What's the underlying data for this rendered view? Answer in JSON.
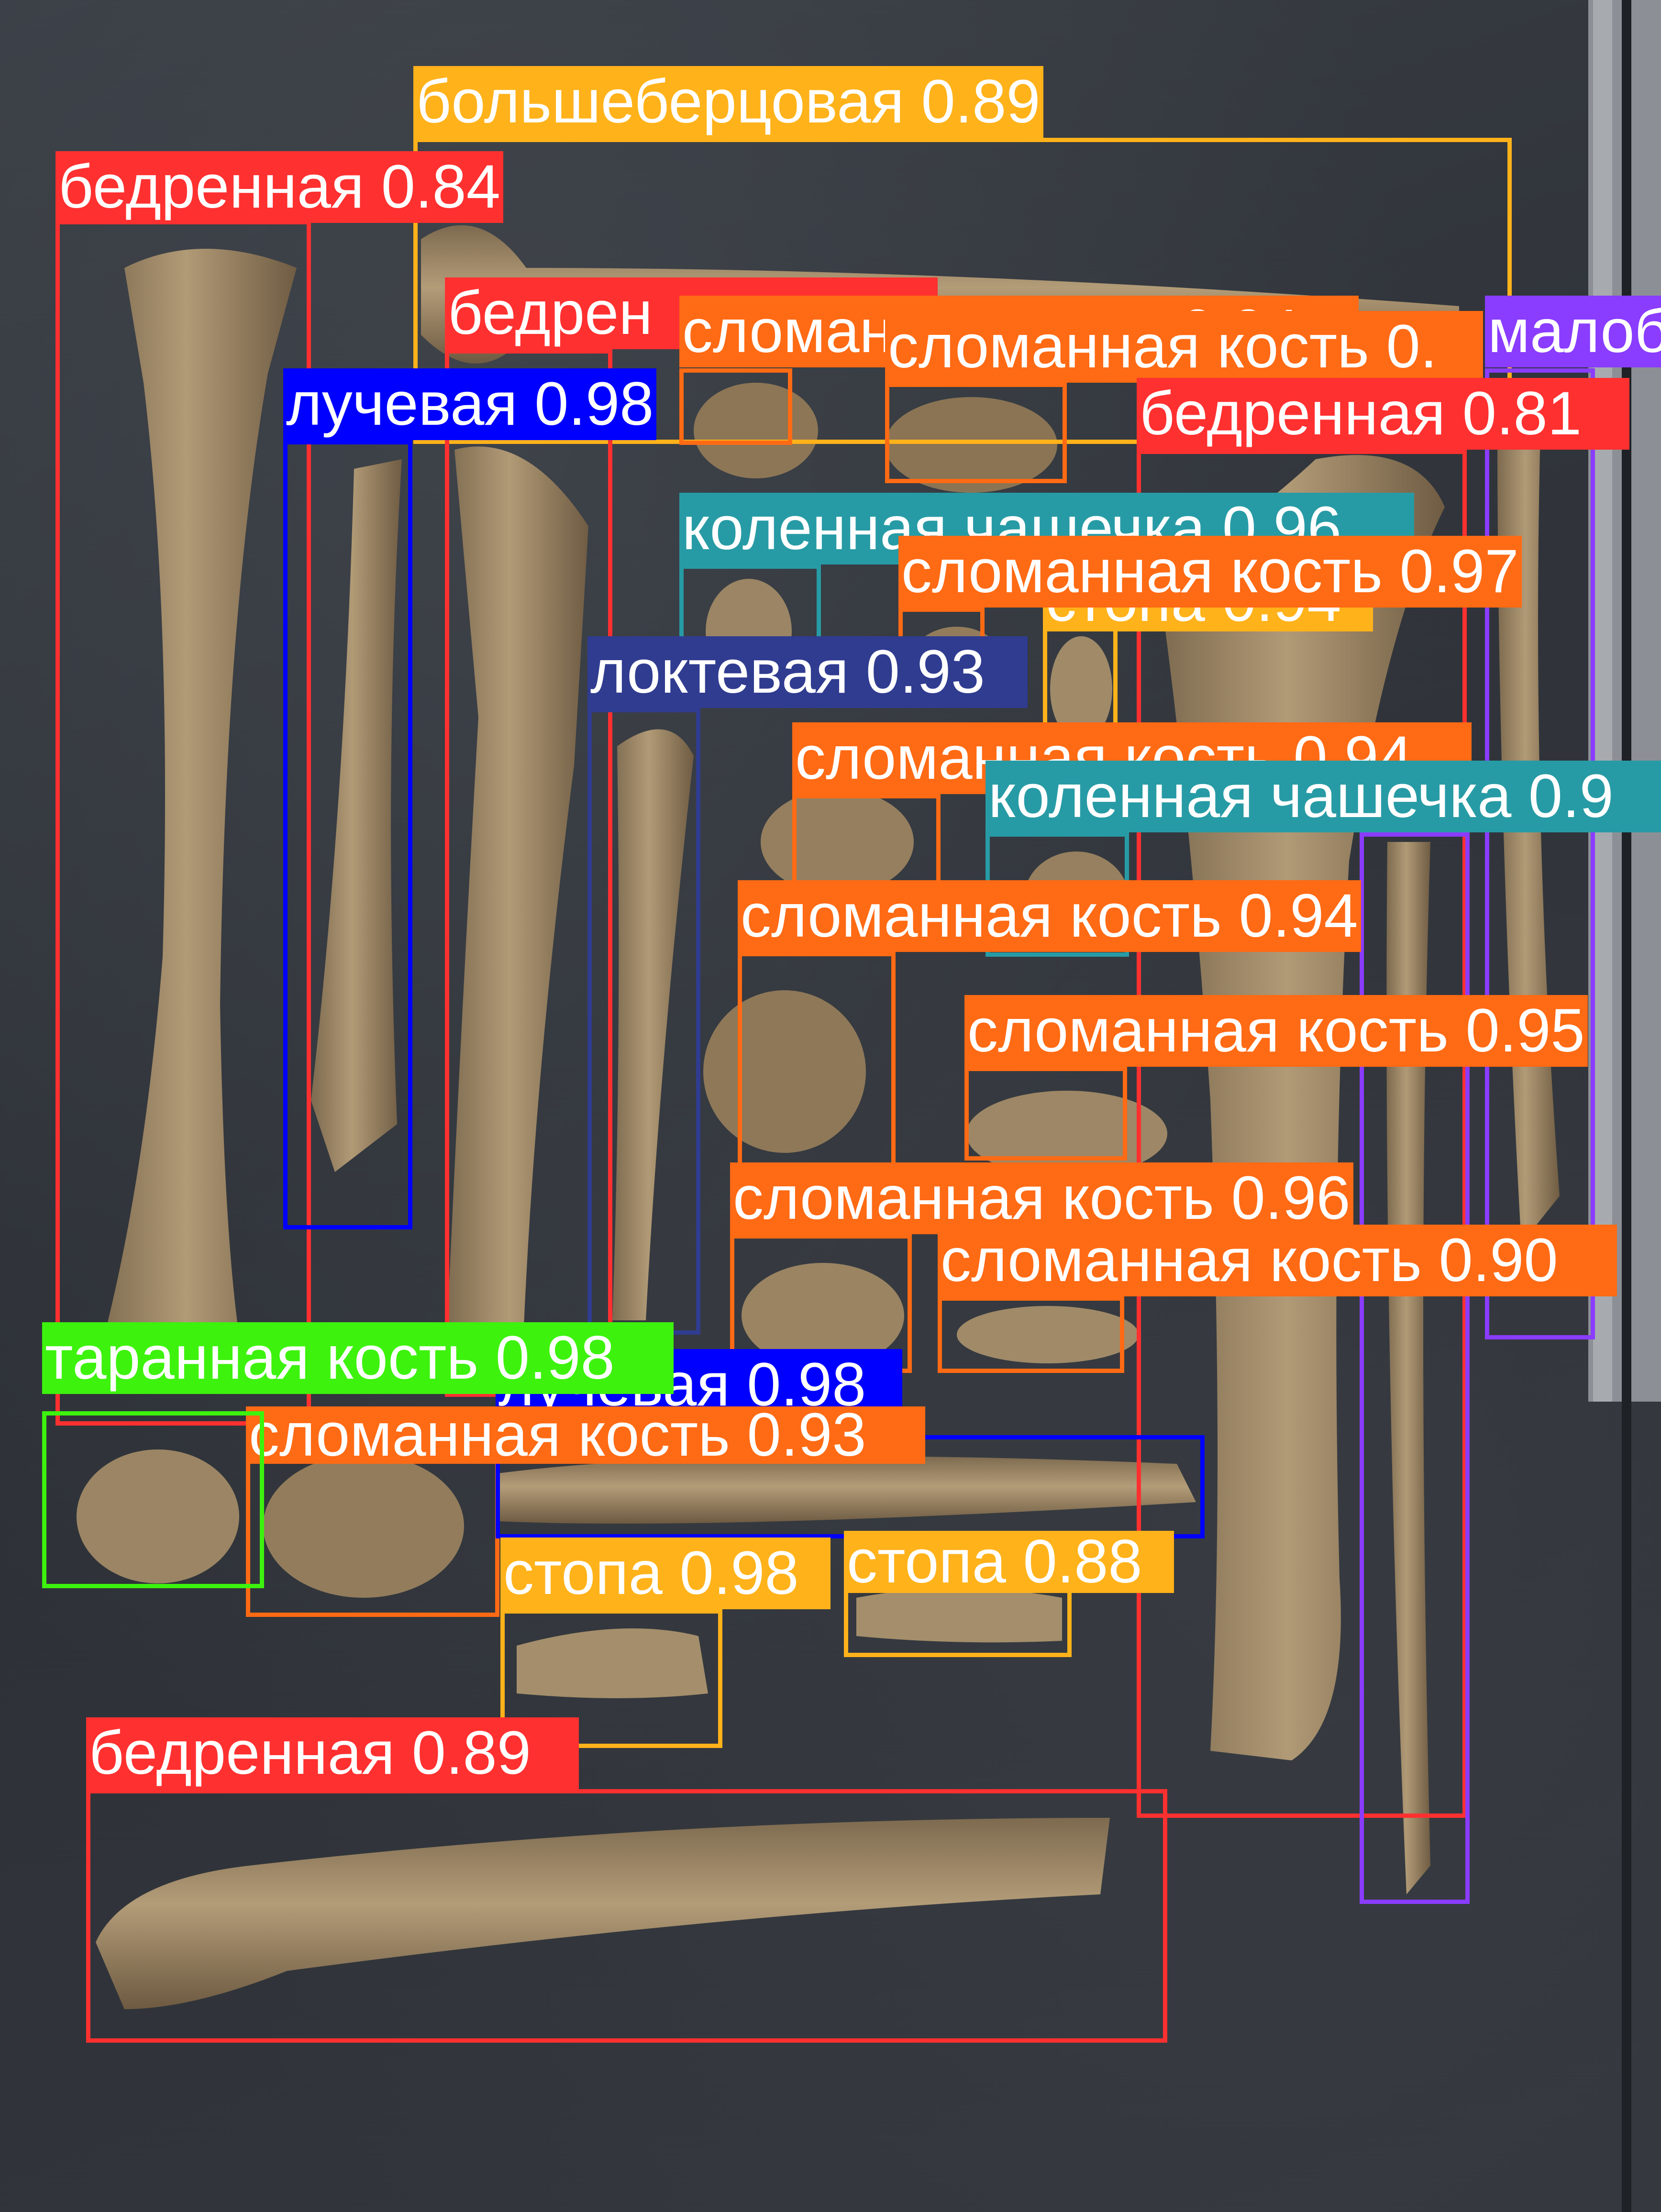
{
  "colors": {
    "femur": "#ff3030",
    "tibia": "#ffb000",
    "fibula": "#8a3cff",
    "radius": "#0000ff",
    "ulna": "#303c90",
    "patella": "#279ba5",
    "talus": "#3df20d",
    "foot": "#ffb21a",
    "broken": "#ff6a14"
  },
  "detections": [
    {
      "label": "большеберцовая 0.89",
      "color": "#ffb21a"
    },
    {
      "label": "бедренная 0.84",
      "color": "#ff3030"
    },
    {
      "label": "бедрен",
      "color": "#ff3030"
    },
    {
      "label": "сломанная кость 0.94",
      "color": "#ff6a14"
    },
    {
      "label": "сломанная кость 0.",
      "color": "#ff6a14"
    },
    {
      "label": "малоб",
      "color": "#8a3cff"
    },
    {
      "label": "бедренная 0.81",
      "color": "#ff3030"
    },
    {
      "label": "лучевая 0.98",
      "color": "#0000ff"
    },
    {
      "label": "коленная чашечка 0.96",
      "color": "#279ba5"
    },
    {
      "label": "сломанная кость 0.97",
      "color": "#ff6a14"
    },
    {
      "label": "стопа 0.94",
      "color": "#ffb21a"
    },
    {
      "label": "локтевая 0.93",
      "color": "#303c90"
    },
    {
      "label": "сломанная кость 0.94",
      "color": "#ff6a14"
    },
    {
      "label": "коленная чашечка 0.9",
      "color": "#279ba5"
    },
    {
      "label": "сломанная кость 0.94",
      "color": "#ff6a14"
    },
    {
      "label": "сломанная кость 0.95",
      "color": "#ff6a14"
    },
    {
      "label": "сломанная кость 0.96",
      "color": "#ff6a14"
    },
    {
      "label": "сломанная кость 0.90",
      "color": "#ff6a14"
    },
    {
      "label": "таранная кость 0.98",
      "color": "#3df20d"
    },
    {
      "label": "лучевая 0.98",
      "color": "#0000ff"
    },
    {
      "label": "сломанная кость 0.93",
      "color": "#ff6a14"
    },
    {
      "label": "стопа 0.98",
      "color": "#ffb21a"
    },
    {
      "label": "стопа 0.88",
      "color": "#ffb21a"
    },
    {
      "label": "бедренная 0.89",
      "color": "#ff3030"
    }
  ]
}
